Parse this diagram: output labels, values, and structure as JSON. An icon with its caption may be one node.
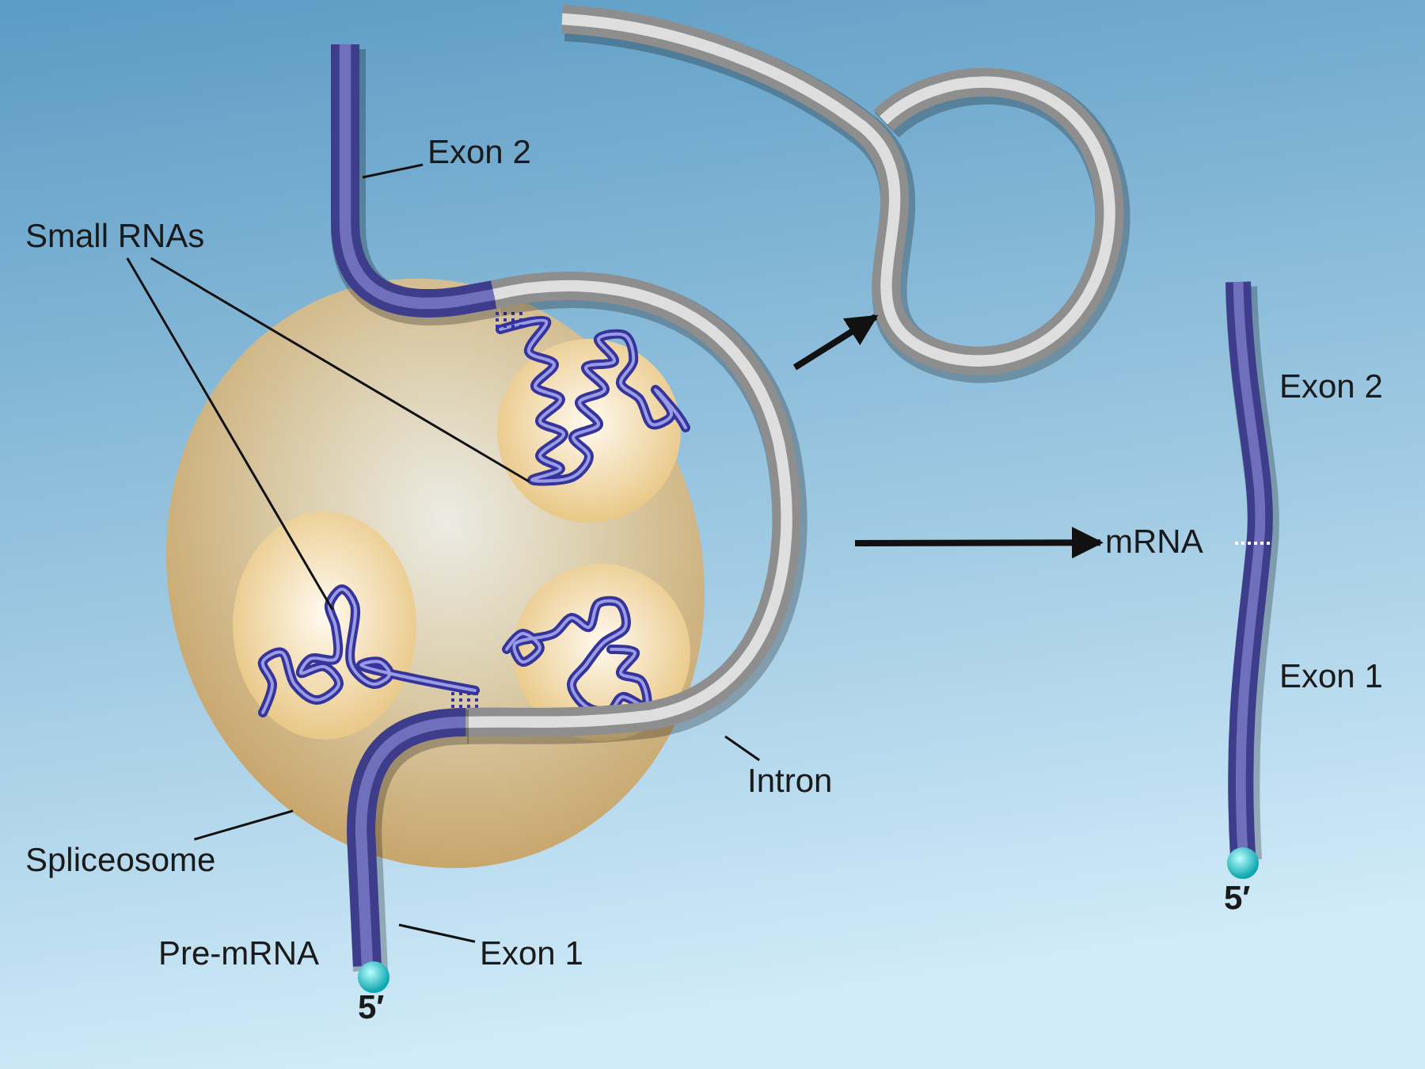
{
  "diagram": {
    "nodes": [
      {
        "text": [
          "Exon 2"
        ]
      },
      {
        "text": [],
        "shape": "picture"
      },
      {
        "text": [
          "Small RNAs"
        ]
      },
      {
        "text": [],
        "shape": "picture"
      },
      {
        "text": [],
        "shape": "picture"
      },
      {
        "text": [],
        "shape": "picture",
        "in": 3
      },
      {
        "text": [],
        "shape": "picture"
      },
      {
        "text": [],
        "shape": "picture"
      },
      {
        "text": [
          "Intron"
        ]
      },
      {
        "text": [
          "Spliceosome"
        ]
      },
      {
        "text": [],
        "shape": "picture",
        "beside": [
          "5′"
        ]
      },
      {
        "text": [
          "Exon 1"
        ]
      },
      {
        "text": [],
        "shape": "picture"
      },
      {
        "text": [
          "mRNA"
        ]
      }
    ],
    "edges": [
      {
        "from": 0,
        "to": 1,
        "arrow": "none"
      },
      {
        "from": 2,
        "to": 4,
        "arrow": "none"
      },
      {
        "from": 2,
        "to": 5,
        "arrow": "none"
      },
      {
        "from": 8,
        "to": 7,
        "arrow": "none"
      },
      {
        "from": 9,
        "to": 3,
        "arrow": "none"
      },
      {
        "from": 11,
        "to": 10,
        "arrow": "none"
      },
      {
        "from": 7,
        "to": 12,
        "arrow": "to",
        "style": "thick"
      },
      {
        "from": null,
        "to": 13,
        "arrow": "to",
        "style": "thick"
      }
    ],
    "labels": [
      "Exon 2",
      "Exon 1",
      "5′",
      "Pre-mRNA"
    ]
  }
}
